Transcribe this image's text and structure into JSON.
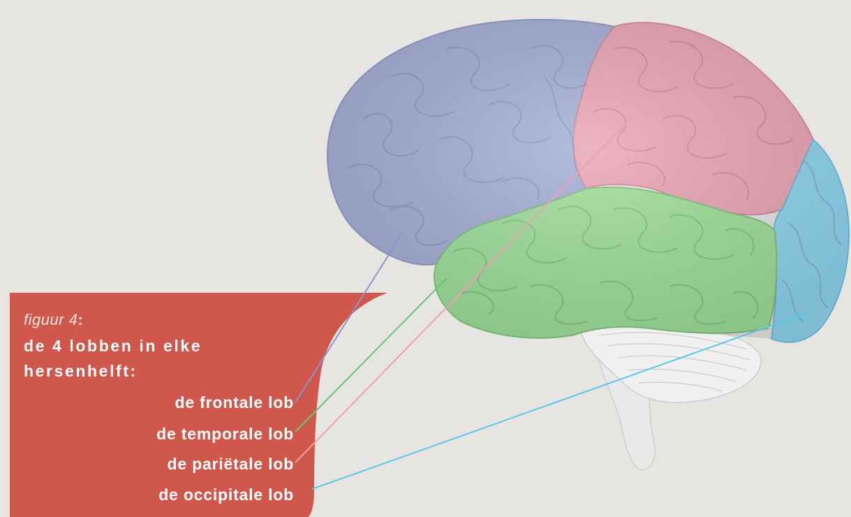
{
  "caption": {
    "figure_label": "figuur 4",
    "figure_colon": ":",
    "title_line_1": "de 4 lobben in elke",
    "title_line_2": "hersenhelft:",
    "box_color": "#d0574b"
  },
  "lobes": [
    {
      "id": "frontal",
      "label": "de frontale lob",
      "color": "#a4aed6",
      "line_color": "#8b95cc"
    },
    {
      "id": "temporal",
      "label": "de temporale lob",
      "color": "#9fdf9a",
      "line_color": "#6cc46a"
    },
    {
      "id": "parietal",
      "label": "de pariëtale lob",
      "color": "#eaa4b4",
      "line_color": "#ee9fb1"
    },
    {
      "id": "occipital",
      "label": "de occipitale lob",
      "color": "#8ed6f0",
      "line_color": "#5cc6ea"
    }
  ],
  "cerebellum_color": "#f0f0f0"
}
